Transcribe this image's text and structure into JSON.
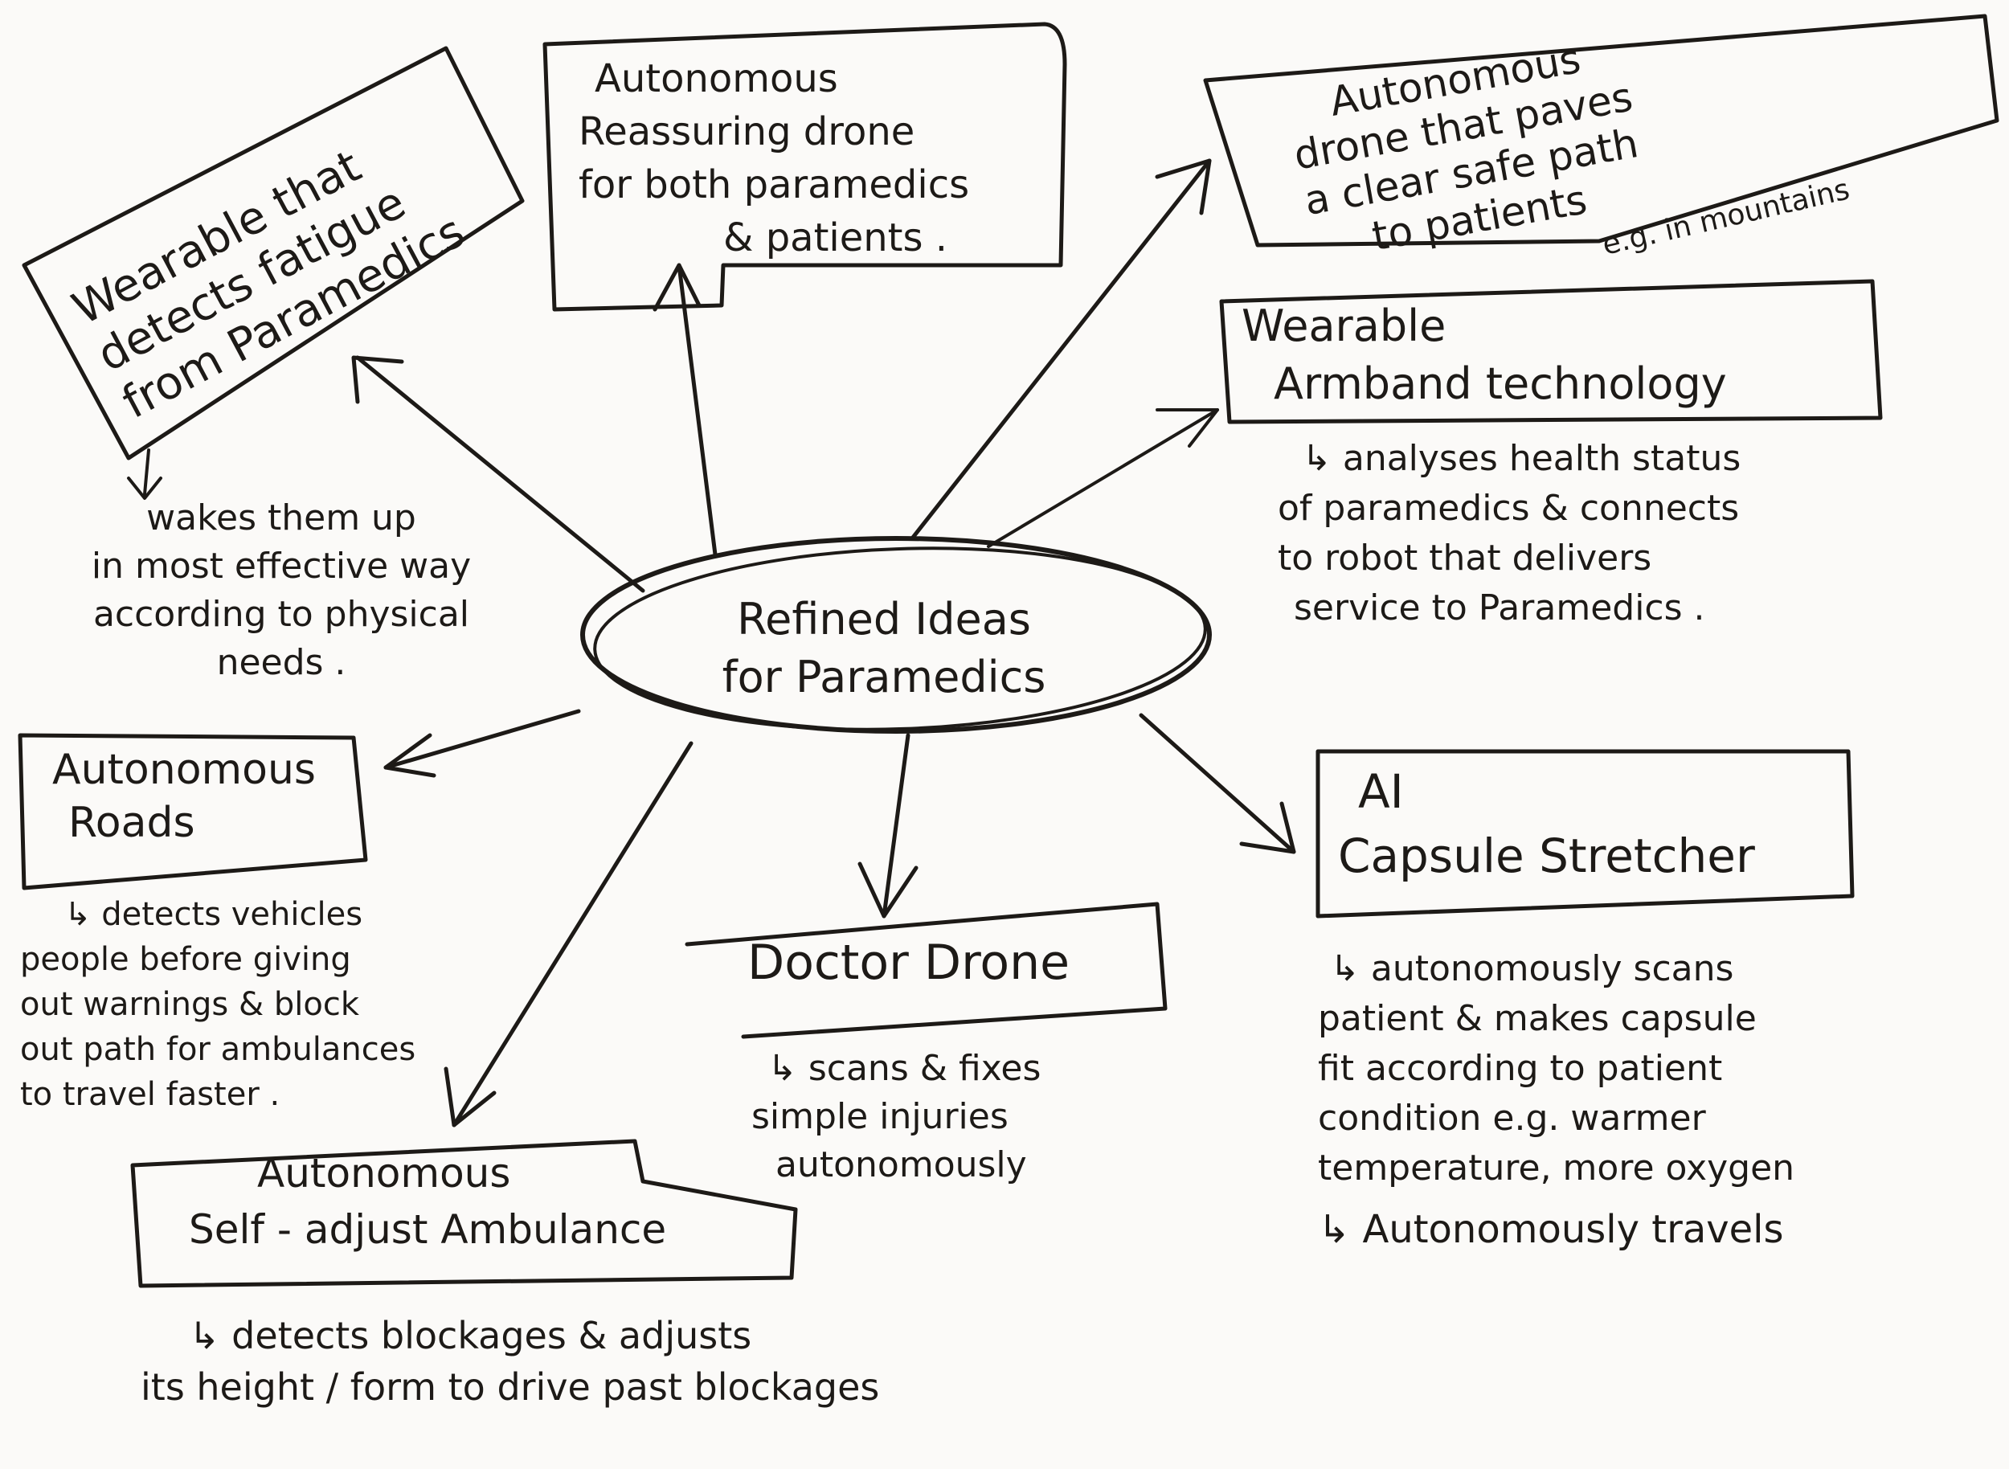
{
  "center": {
    "lines": [
      "Refined Ideas",
      "for Paramedics"
    ]
  },
  "nodes": {
    "fatigue_wearable": {
      "title": [
        "Wearable that",
        "detects fatigue",
        "from Paramedics"
      ],
      "notes": [
        "wakes them up",
        "in most effective way",
        "according to physical",
        "needs ."
      ]
    },
    "reassuring_drone": {
      "title": [
        "Autonomous",
        "Reassuring drone",
        "for both paramedics",
        "& patients ."
      ]
    },
    "path_drone": {
      "title": [
        "Autonomous",
        "drone that paves",
        "a clear safe path",
        "to patients"
      ],
      "note": "e.g. in mountains"
    },
    "armband": {
      "title": [
        "Wearable",
        "Armband technology"
      ],
      "notes": [
        "↳ analyses health status",
        "of paramedics & connects",
        "to robot that delivers",
        "service to Paramedics ."
      ]
    },
    "roads": {
      "title": [
        "Autonomous",
        "Roads"
      ],
      "notes": [
        "↳ detects vehicles",
        "people before giving",
        "out warnings & block",
        "out path for ambulances",
        "to travel faster ."
      ]
    },
    "doctor_drone": {
      "title": [
        "Doctor Drone"
      ],
      "notes": [
        "↳ scans & fixes",
        "simple injuries",
        "autonomously"
      ]
    },
    "capsule": {
      "title": [
        "AI",
        "Capsule Stretcher"
      ],
      "notes": [
        "↳ autonomously scans",
        "patient & makes capsule",
        "fit according to patient",
        "condition e.g. warmer",
        "temperature, more oxygen",
        "↳ Autonomously travels"
      ]
    },
    "ambulance": {
      "title": [
        "Autonomous",
        "Self - adjust Ambulance"
      ],
      "notes": [
        "↳ detects blockages & adjusts",
        "its height / form to drive past blockages"
      ]
    }
  }
}
